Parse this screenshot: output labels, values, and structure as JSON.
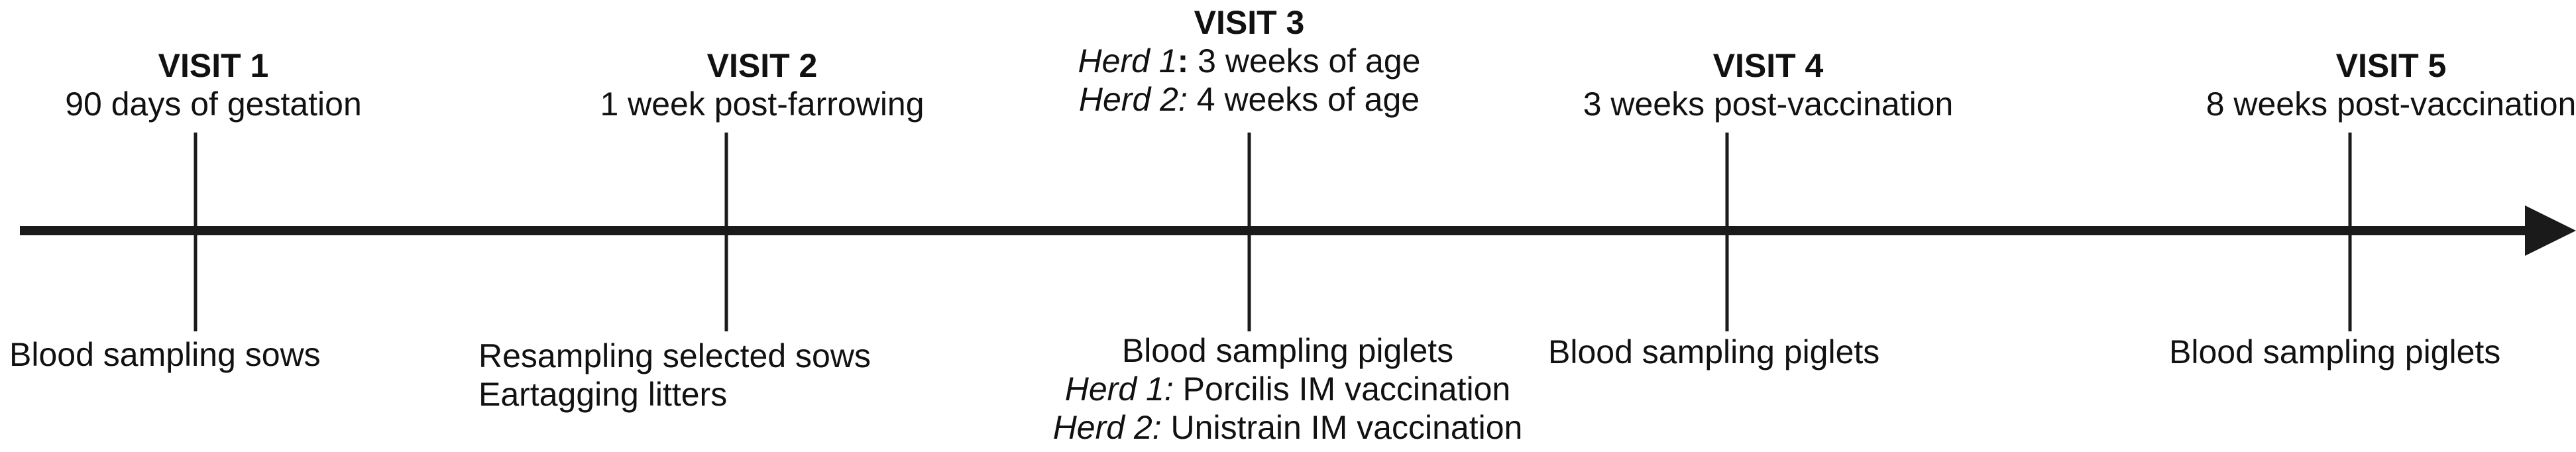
{
  "visits": [
    {
      "title": "VISIT 1",
      "subtitle": "90 days of gestation",
      "below": [
        "Blood sampling sows"
      ]
    },
    {
      "title": "VISIT 2",
      "subtitle": "1 week post-farrowing",
      "below": [
        "Resampling selected sows",
        "Eartagging litters"
      ]
    },
    {
      "title": "VISIT 3",
      "herd_lines": [
        {
          "herd": "Herd 1",
          "sep": ":",
          "text": " 3 weeks of age"
        },
        {
          "herd": "Herd 2:",
          "sep": "",
          "text": " 4 weeks of age"
        }
      ],
      "below_main": "Blood sampling piglets",
      "below_herds": [
        {
          "herd": "Herd 1:",
          "text": " Porcilis IM vaccination"
        },
        {
          "herd": "Herd 2:",
          "text": " Unistrain IM vaccination"
        }
      ]
    },
    {
      "title": "VISIT 4",
      "subtitle": "3 weeks post-vaccination",
      "below": [
        "Blood sampling piglets"
      ]
    },
    {
      "title": "VISIT 5",
      "subtitle": "8 weeks post-vaccination",
      "below": [
        "Blood sampling piglets"
      ]
    }
  ],
  "colors": {
    "line": "#1a1a1a",
    "text": "#111111"
  }
}
